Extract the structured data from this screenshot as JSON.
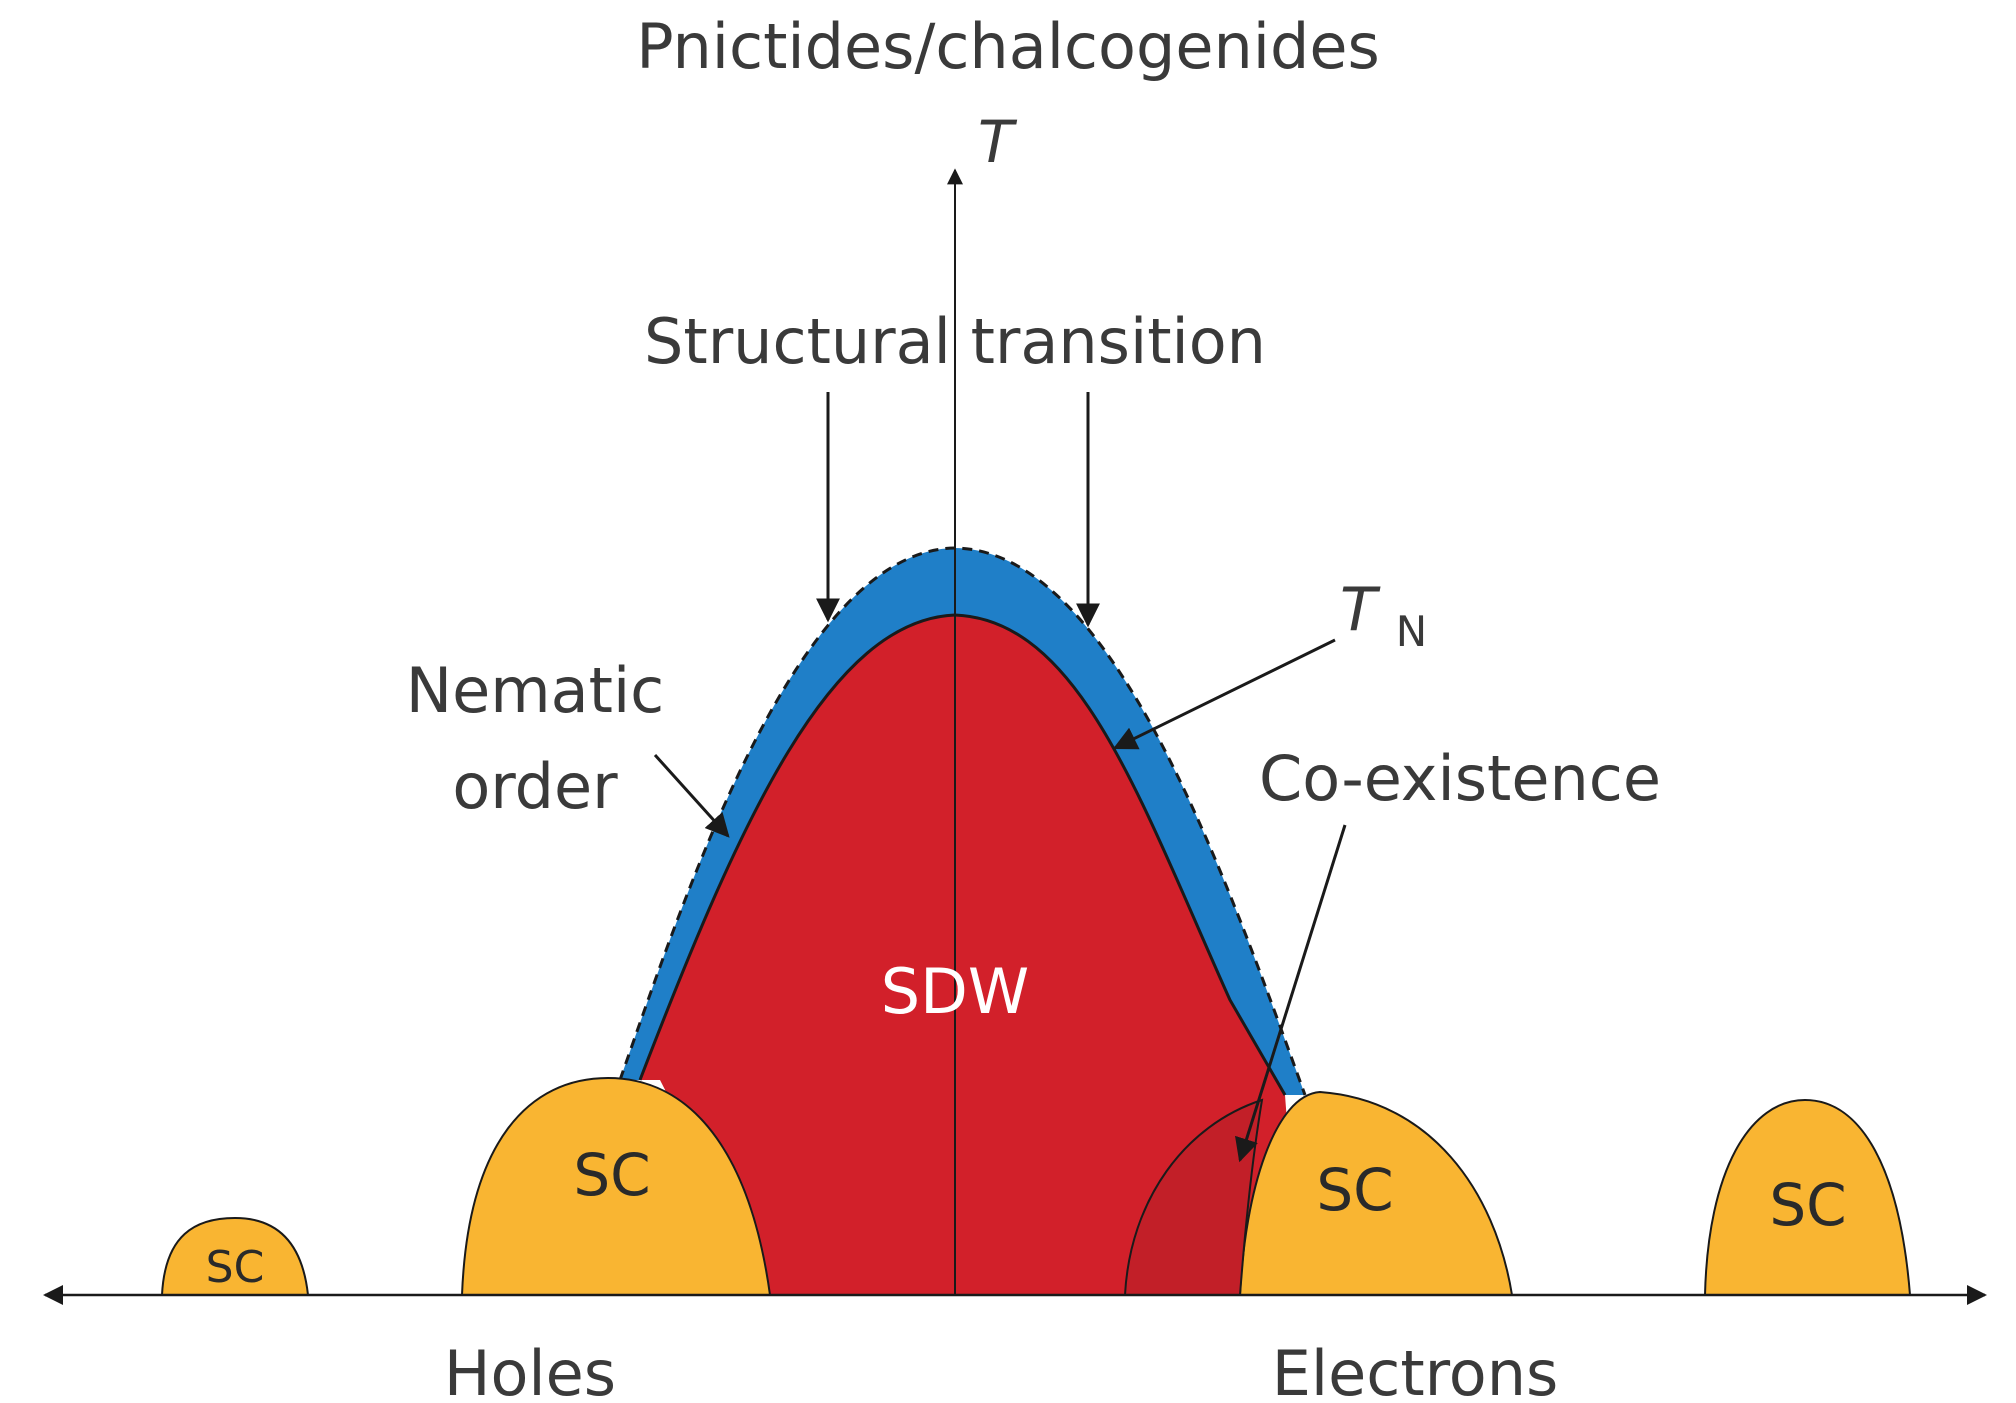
{
  "title": "Pnictides/chalcogenides",
  "axes": {
    "y_label": "T",
    "x_left_label": "Holes",
    "x_right_label": "Electrons"
  },
  "regions": {
    "sdw": "SDW",
    "sc": [
      "SC",
      "SC",
      "SC",
      "SC"
    ]
  },
  "annotations": {
    "structural_transition": "Structural transition",
    "nematic_line1": "Nematic",
    "nematic_line2": "order",
    "tn_main": "T",
    "tn_sub": "N",
    "coexistence": "Co-existence"
  },
  "colors": {
    "sdw": "#d2202a",
    "nematic": "#1f7fc8",
    "sc": "#f9b532",
    "outline": "#1a1a1a",
    "text": "#3a3a3a"
  }
}
